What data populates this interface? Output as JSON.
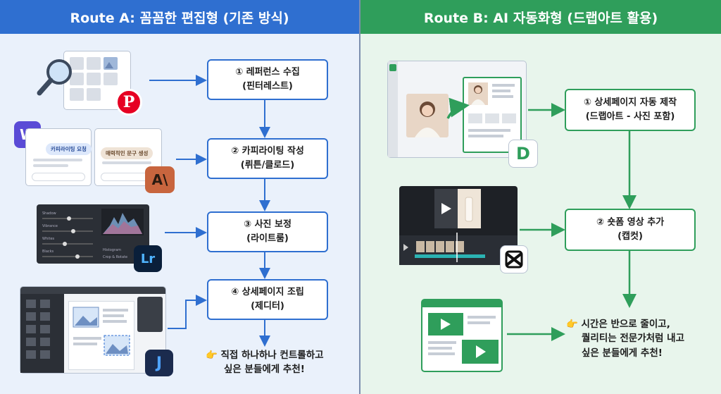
{
  "route_a": {
    "title": "Route A: 꼼꼼한 편집형 (기존 방식)",
    "steps": [
      {
        "line1": "① 레퍼런스 수집",
        "line2": "(핀터레스트)"
      },
      {
        "line1": "② 카피라이팅 작성",
        "line2": "(뤼튼/클로드)"
      },
      {
        "line1": "③ 사진 보정",
        "line2": "(라이트룸)"
      },
      {
        "line1": "④ 상세페이지 조립",
        "line2": "(제디터)"
      }
    ],
    "note": {
      "line1": "👉 직접 하나하나 컨트롤하고",
      "line2": "싶은 분들에게 추천!"
    },
    "bubbles": {
      "copy_a": "카피라이팅 요청",
      "copy_b": "매력적인 문구 생성"
    },
    "logos": {
      "lightroom": "Lr",
      "claude": "A\\",
      "jeditor": "J"
    },
    "lr_sliders": [
      "Shadow",
      "Vibrance",
      "Whites",
      "Blacks"
    ],
    "lr_side": {
      "label": "Histogram",
      "sub": "Crop & Rotate"
    }
  },
  "route_b": {
    "title": "Route B: AI 자동화형 (드랩아트 활용)",
    "steps": [
      {
        "line1": "① 상세페이지 자동 제작",
        "line2": "(드랩아트 - 사진 포함)"
      },
      {
        "line1": "② 숏폼 영상 추가",
        "line2": "(캡컷)"
      }
    ],
    "note": {
      "line1": "👉 시간은 반으로 줄이고,",
      "line2": "퀄리티는 전문가처럼 내고",
      "line3": "싶은 분들에게 추천!"
    },
    "logos": {
      "drapart": "D"
    }
  },
  "colors": {
    "blue": "#2f6fd0",
    "green": "#2f9e5b",
    "pinterest": "#e60023",
    "wrtn": "#5a4bd6",
    "claude_bg": "#c8653e",
    "lightroom_bg": "#0a1f3a",
    "lightroom_text": "#4fb3ff"
  }
}
